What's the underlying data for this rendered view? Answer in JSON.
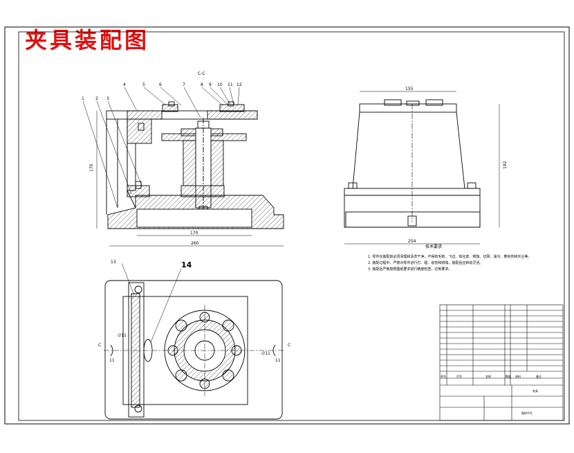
{
  "title": "夹具装配图",
  "section_label": "C-C",
  "dimensions": {
    "front_height": "170",
    "front_inner_width": "170",
    "front_total_width": "260",
    "side_top_width": "155",
    "side_height": "192",
    "side_bottom_width": "254"
  },
  "part_numbers_top": [
    "4",
    "5",
    "6",
    "7",
    "8",
    "9",
    "10",
    "11",
    "12"
  ],
  "part_numbers_left": [
    "1",
    "2",
    "3"
  ],
  "plan_labels": {
    "item13": "13",
    "item14": "14",
    "pin_left": "∅11",
    "pin_right": "∅11",
    "c_left": "C",
    "c_right": "C",
    "num_left": "11",
    "num_right": "11"
  },
  "tech_requirements": {
    "heading": "技术要求",
    "lines": [
      "1. 零件在装配前必须清理和清洗干净，不得有毛刺、飞边、氧化皮、锈蚀、切屑、油污、着色剂和灰尘等。",
      "2. 装配过程中，严禁对零件进行打、碰、划伤和锈蚀，装配后应转动灵活。",
      "3. 装配后严格按照图纸要求进行精度检查，达到要求。"
    ]
  },
  "title_block": {
    "bom_rows": 14,
    "drawing_name": "夹具",
    "footer_code": "图样代号",
    "header_cells": [
      "序号",
      "代号",
      "名称",
      "数量",
      "材料",
      "备注"
    ]
  },
  "colors": {
    "title": "#e01010",
    "line": "#000000",
    "hatch": "#000000"
  }
}
